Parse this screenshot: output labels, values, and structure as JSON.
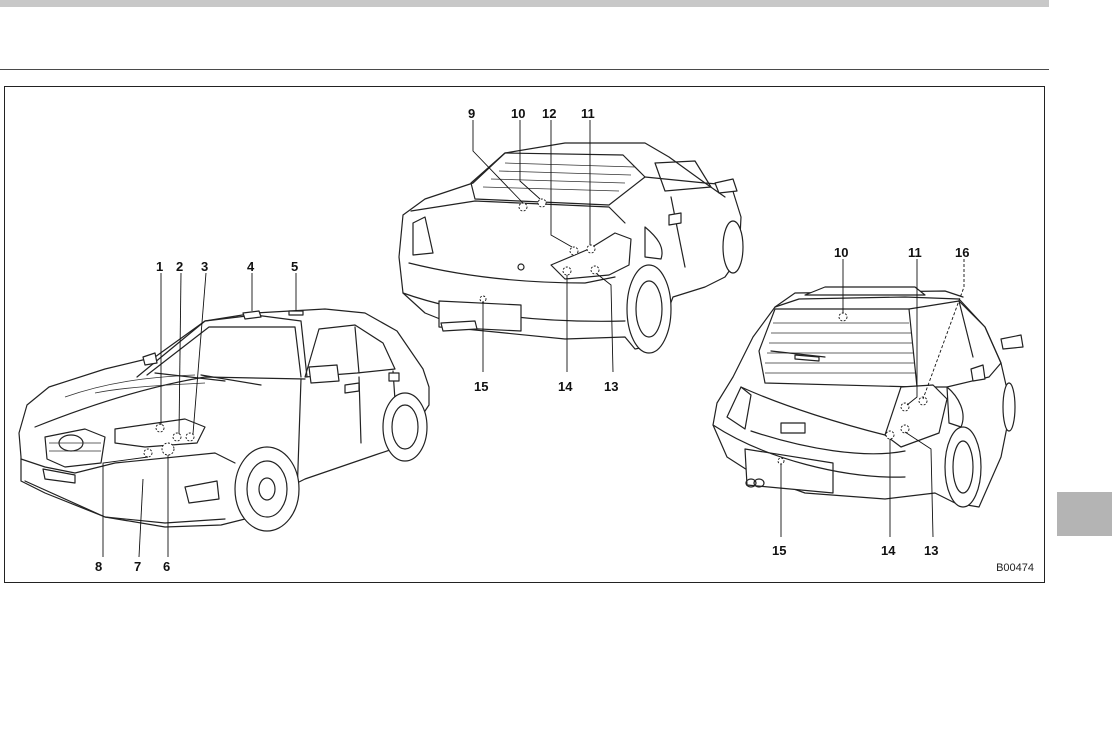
{
  "figure": {
    "code": "B00474",
    "callouts": {
      "front": [
        "1",
        "2",
        "3",
        "4",
        "5",
        "6",
        "7",
        "8"
      ],
      "sedan_rear": [
        "9",
        "10",
        "12",
        "11",
        "15",
        "14",
        "13"
      ],
      "wagon_rear": [
        "10",
        "11",
        "16",
        "15",
        "14",
        "13"
      ]
    }
  }
}
